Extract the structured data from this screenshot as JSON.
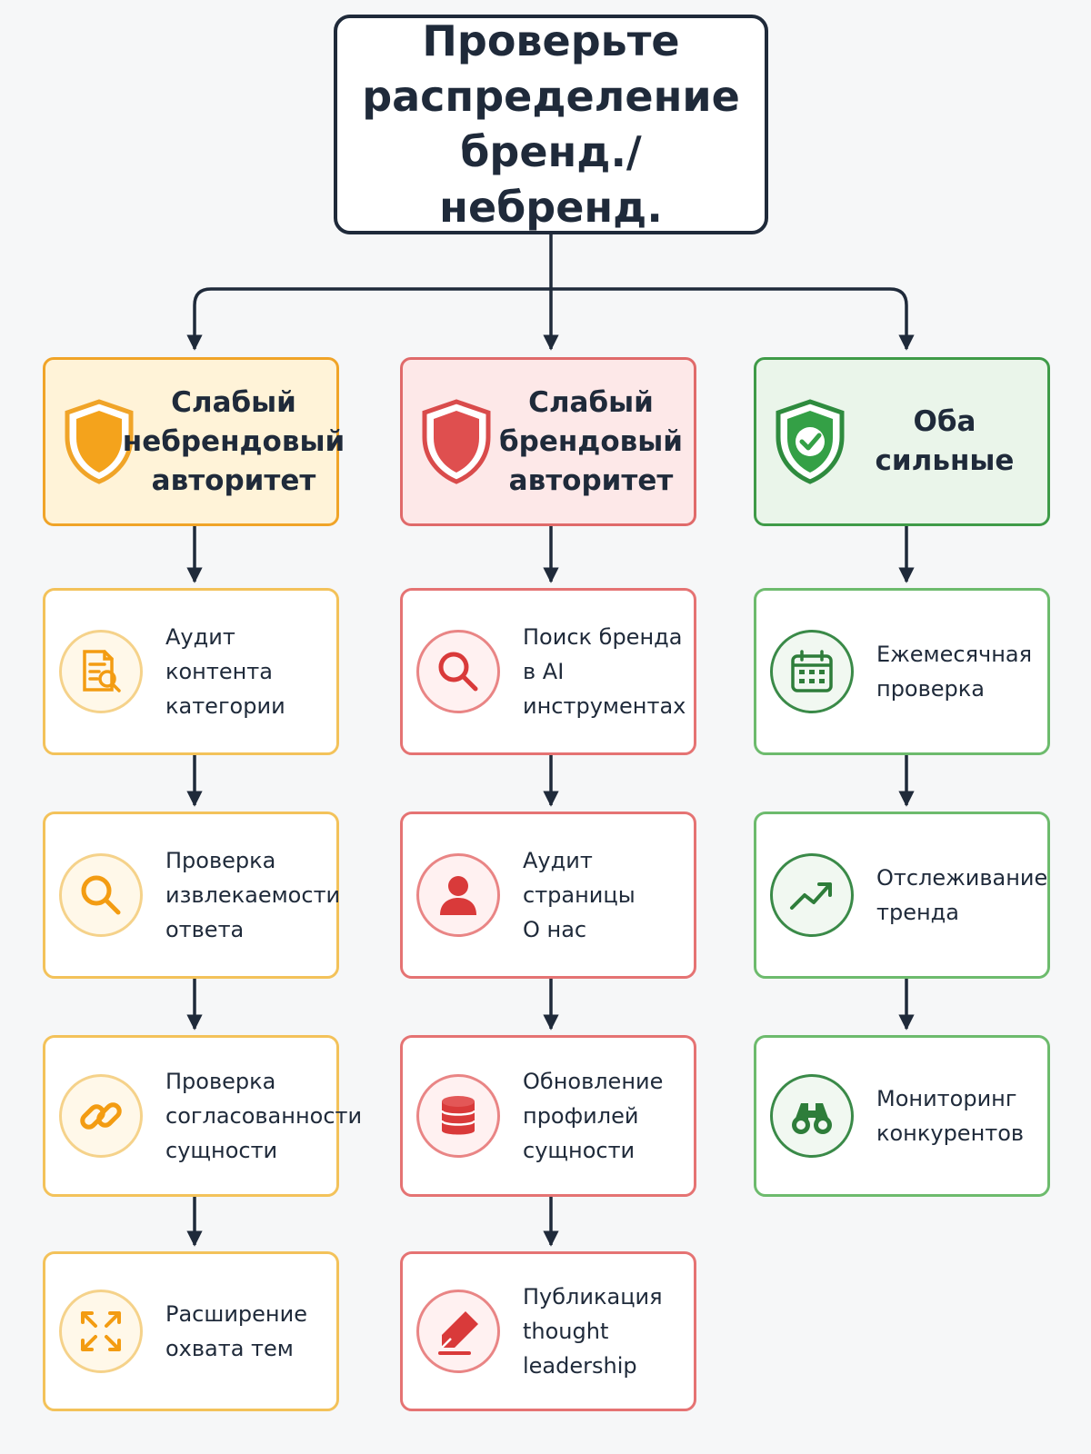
{
  "title": "Проверьте распределение бренд./небренд.",
  "colors": {
    "dark": "#1f2a3a",
    "orange": "#f39c12",
    "red": "#d93a3a",
    "green": "#2e8b3e"
  },
  "columns": [
    {
      "key": "orange",
      "header": "Слабый\nнебрендовый\nавторитет",
      "shield_icon": "shield-icon",
      "steps": [
        {
          "label": "Аудит контента\nкатегории",
          "icon": "document-search-icon"
        },
        {
          "label": "Проверка\nизвлекаемости\nответа",
          "icon": "magnifier-icon"
        },
        {
          "label": "Проверка\nсогласованности\nсущности",
          "icon": "link-icon"
        },
        {
          "label": "Расширение\nохвата тем",
          "icon": "expand-arrows-icon"
        }
      ]
    },
    {
      "key": "red",
      "header": "Слабый\nбрендовый\nавторитет",
      "shield_icon": "shield-icon",
      "steps": [
        {
          "label": "Поиск бренда\nв AI\nинструментах",
          "icon": "magnifier-icon"
        },
        {
          "label": "Аудит\nстраницы\nО нас",
          "icon": "user-icon"
        },
        {
          "label": "Обновление\nпрофилей\nсущности",
          "icon": "database-icon"
        },
        {
          "label": "Публикация\nthought\nleadership",
          "icon": "pen-icon"
        }
      ]
    },
    {
      "key": "green",
      "header": "Оба\nсильные",
      "shield_icon": "shield-check-icon",
      "steps": [
        {
          "label": "Ежемесячная\nпроверка",
          "icon": "calendar-icon"
        },
        {
          "label": "Отслеживание\nтренда",
          "icon": "trend-up-icon"
        },
        {
          "label": "Мониторинг\nконкурентов",
          "icon": "binoculars-icon"
        }
      ]
    }
  ]
}
